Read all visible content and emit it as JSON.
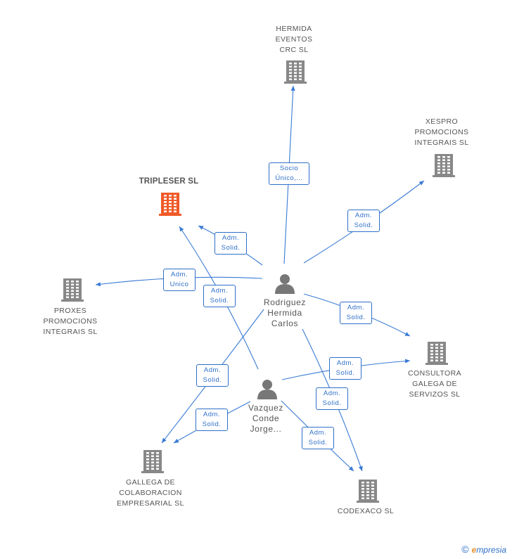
{
  "colors": {
    "edge": "#3a7bd5",
    "building": "#888888",
    "focus_building": "#f05a28",
    "person": "#777777"
  },
  "companies": {
    "hermida": {
      "name": "HERMIDA\nEVENTOS\nCRC  SL"
    },
    "xespro": {
      "name": "XESPRO\nPROMOCIONS\nINTEGRAIS SL"
    },
    "tripleser": {
      "name": "TRIPLESER SL"
    },
    "proxes": {
      "name": "PROXES\nPROMOCIONS\nINTEGRAIS SL"
    },
    "consultora": {
      "name": "CONSULTORA\nGALEGA DE\nSERVIZOS SL"
    },
    "gallega": {
      "name": "GALLEGA DE\nCOLABORACION\nEMPRESARIAL SL"
    },
    "codexaco": {
      "name": "CODEXACO SL"
    }
  },
  "persons": {
    "rodriguez": {
      "name": "Rodriguez\nHermida\nCarlos"
    },
    "vazquez": {
      "name": "Vazquez\nConde\nJorge..."
    }
  },
  "edge_labels": {
    "r_hermida": "Socio\nÚnico,...",
    "r_xespro": "Adm.\nSolid.",
    "r_tripleser": "Adm.\nSolid.",
    "r_proxes": "Adm.\nUnico",
    "v_tripleser": "Adm.\nSolid.",
    "r_consultora": "Adm.\nSolid.",
    "v_consultora": "Adm.\nSolid.",
    "r_gallega": "Adm.\nSolid.",
    "v_gallega": "Adm.\nSolid.",
    "r_codexaco": "Adm.\nSolid.",
    "v_codexaco": "Adm.\nSolid."
  },
  "brand": {
    "copyright": "©",
    "e": "e",
    "rest": "mpresia"
  }
}
